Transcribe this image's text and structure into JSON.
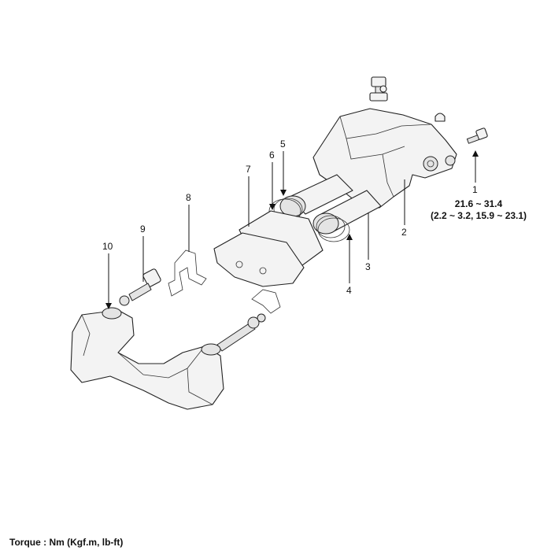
{
  "callouts": {
    "c1": "1",
    "c2": "2",
    "c3": "3",
    "c4": "4",
    "c5": "5",
    "c6": "6",
    "c7": "7",
    "c8": "8",
    "c9": "9",
    "c10": "10"
  },
  "torque_spec": {
    "nm": "21.6 ~ 31.4",
    "alt": "(2.2 ~ 3.2, 15.9 ~ 23.1)"
  },
  "footer": {
    "torque_units": "Torque : Nm (Kgf.m, lb-ft)"
  }
}
